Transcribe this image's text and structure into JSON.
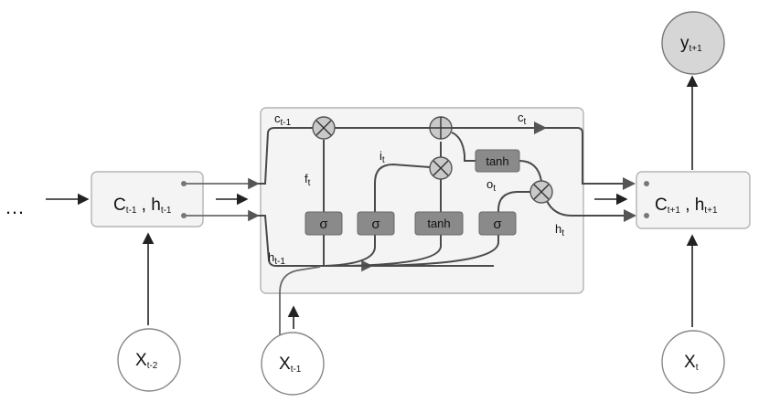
{
  "ellipsis": "…",
  "prev_state": {
    "main": "C",
    "sub1": "t-1",
    "sep": " , ",
    "main2": "h",
    "sub2": "t-1"
  },
  "next_state": {
    "main": "C",
    "sub1": "t+1",
    "sep": " , ",
    "main2": "h",
    "sub2": "t+1"
  },
  "output": {
    "main": "y",
    "sub": "t+1"
  },
  "inputs": [
    {
      "main": "X",
      "sub": "t-2"
    },
    {
      "main": "X",
      "sub": "t-1"
    },
    {
      "main": "X",
      "sub": "t"
    }
  ],
  "cell": {
    "c_prev": {
      "main": "c",
      "sub": "t-1"
    },
    "c_out": {
      "main": "c",
      "sub": "t"
    },
    "h_prev": {
      "main": "h",
      "sub": "t-1"
    },
    "h_out": {
      "main": "h",
      "sub": "t"
    },
    "f_gate": {
      "main": "f",
      "sub": "t"
    },
    "i_gate": {
      "main": "i",
      "sub": "t"
    },
    "o_gate": {
      "main": "o",
      "sub": "t"
    },
    "sigma": "σ",
    "tanh": "tanh"
  },
  "colors": {
    "line": "#4a4a4a",
    "box_fill": "#f4f4f4",
    "box_stroke": "#b4b4b4",
    "gate_fill": "#8a8a8a",
    "op_fill": "#c9c9c9",
    "output_fill": "#d6d6d6"
  }
}
